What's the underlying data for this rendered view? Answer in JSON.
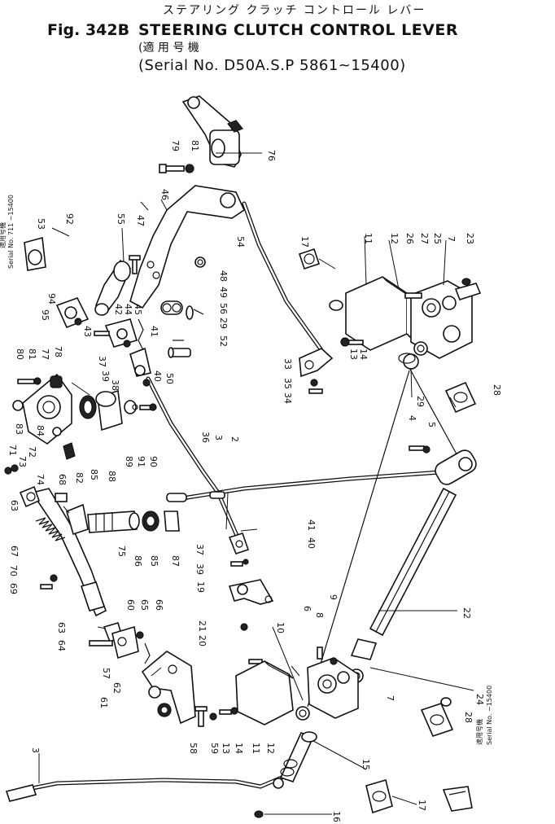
{
  "header": {
    "fig": "Fig. 342B",
    "title_jp": "ステアリング クラッチ コントロール レバー",
    "title_en": "STEERING CLUTCH CONTROL LEVER",
    "serial_jp": "(適 用 号 機",
    "serial_en": "(Serial No. D50A.S.P 5861~15400)"
  },
  "side_notes": {
    "left_jp": "適用号機",
    "left_serial": "Serial No. 711 ~15400",
    "bottom_jp": "適用号機",
    "bottom_serial": "Serial No. ~15400"
  },
  "parts": [
    {
      "id": "p79",
      "num": "79"
    },
    {
      "id": "p81a",
      "num": "81"
    },
    {
      "id": "p76",
      "num": "76"
    },
    {
      "id": "p53",
      "num": "53"
    },
    {
      "id": "p92",
      "num": "92"
    },
    {
      "id": "p55",
      "num": "55"
    },
    {
      "id": "p47",
      "num": "47"
    },
    {
      "id": "p46",
      "num": "46"
    },
    {
      "id": "p54",
      "num": "54"
    },
    {
      "id": "p17a",
      "num": "17"
    },
    {
      "id": "p11a",
      "num": "11"
    },
    {
      "id": "p12a",
      "num": "12"
    },
    {
      "id": "p26",
      "num": "26"
    },
    {
      "id": "p27",
      "num": "27"
    },
    {
      "id": "p25",
      "num": "25"
    },
    {
      "id": "p7a",
      "num": "7"
    },
    {
      "id": "p23",
      "num": "23"
    },
    {
      "id": "p95",
      "num": "95"
    },
    {
      "id": "p94",
      "num": "94"
    },
    {
      "id": "p48",
      "num": "48"
    },
    {
      "id": "p49",
      "num": "49"
    },
    {
      "id": "p56",
      "num": "56"
    },
    {
      "id": "p29a",
      "num": "29"
    },
    {
      "id": "p52",
      "num": "52"
    },
    {
      "id": "p42",
      "num": "42"
    },
    {
      "id": "p44",
      "num": "44"
    },
    {
      "id": "p45",
      "num": "45"
    },
    {
      "id": "p43",
      "num": "43"
    },
    {
      "id": "p41a",
      "num": "41"
    },
    {
      "id": "p37a",
      "num": "37"
    },
    {
      "id": "p39a",
      "num": "39"
    },
    {
      "id": "p38",
      "num": "38"
    },
    {
      "id": "p40a",
      "num": "40"
    },
    {
      "id": "p50",
      "num": "50"
    },
    {
      "id": "p33",
      "num": "33"
    },
    {
      "id": "p35",
      "num": "35"
    },
    {
      "id": "p34",
      "num": "34"
    },
    {
      "id": "p13a",
      "num": "13"
    },
    {
      "id": "p14a",
      "num": "14"
    },
    {
      "id": "p29b",
      "num": "29"
    },
    {
      "id": "p28a",
      "num": "28"
    },
    {
      "id": "p80",
      "num": "80"
    },
    {
      "id": "p81b",
      "num": "81"
    },
    {
      "id": "p77",
      "num": "77"
    },
    {
      "id": "p78",
      "num": "78"
    },
    {
      "id": "p83",
      "num": "83"
    },
    {
      "id": "p84",
      "num": "84"
    },
    {
      "id": "p71",
      "num": "71"
    },
    {
      "id": "p73",
      "num": "73"
    },
    {
      "id": "p72",
      "num": "72"
    },
    {
      "id": "p82",
      "num": "82"
    },
    {
      "id": "p85a",
      "num": "85"
    },
    {
      "id": "p88",
      "num": "88"
    },
    {
      "id": "p89",
      "num": "89"
    },
    {
      "id": "p91",
      "num": "91"
    },
    {
      "id": "p90",
      "num": "90"
    },
    {
      "id": "p36",
      "num": "36"
    },
    {
      "id": "p3a",
      "num": "3"
    },
    {
      "id": "p2",
      "num": "2"
    },
    {
      "id": "p4",
      "num": "4"
    },
    {
      "id": "p5",
      "num": "5"
    },
    {
      "id": "p74",
      "num": "74"
    },
    {
      "id": "p68",
      "num": "68"
    },
    {
      "id": "p63a",
      "num": "63"
    },
    {
      "id": "p67",
      "num": "67"
    },
    {
      "id": "p75",
      "num": "75"
    },
    {
      "id": "p86",
      "num": "86"
    },
    {
      "id": "p85b",
      "num": "85"
    },
    {
      "id": "p87",
      "num": "87"
    },
    {
      "id": "p37b",
      "num": "37"
    },
    {
      "id": "p41b",
      "num": "41"
    },
    {
      "id": "p40b",
      "num": "40"
    },
    {
      "id": "p39b",
      "num": "39"
    },
    {
      "id": "p70",
      "num": "70"
    },
    {
      "id": "p69",
      "num": "69"
    },
    {
      "id": "p19",
      "num": "19"
    },
    {
      "id": "p6",
      "num": "6"
    },
    {
      "id": "p8",
      "num": "8"
    },
    {
      "id": "p9",
      "num": "9"
    },
    {
      "id": "p22",
      "num": "22"
    },
    {
      "id": "p21",
      "num": "21"
    },
    {
      "id": "p20",
      "num": "20"
    },
    {
      "id": "p63b",
      "num": "63"
    },
    {
      "id": "p60",
      "num": "60"
    },
    {
      "id": "p65",
      "num": "65"
    },
    {
      "id": "p66",
      "num": "66"
    },
    {
      "id": "p64",
      "num": "64"
    },
    {
      "id": "p10",
      "num": "10"
    },
    {
      "id": "p57",
      "num": "57"
    },
    {
      "id": "p62",
      "num": "62"
    },
    {
      "id": "p61",
      "num": "61"
    },
    {
      "id": "p7b",
      "num": "7"
    },
    {
      "id": "p24",
      "num": "24"
    },
    {
      "id": "p28b",
      "num": "28"
    },
    {
      "id": "p58",
      "num": "58"
    },
    {
      "id": "p59",
      "num": "59"
    },
    {
      "id": "p13b",
      "num": "13"
    },
    {
      "id": "p14b",
      "num": "14"
    },
    {
      "id": "p11b",
      "num": "11"
    },
    {
      "id": "p12b",
      "num": "12"
    },
    {
      "id": "p15",
      "num": "15"
    },
    {
      "id": "p3b",
      "num": "3"
    },
    {
      "id": "p17b",
      "num": "17"
    },
    {
      "id": "p16",
      "num": "16"
    }
  ]
}
